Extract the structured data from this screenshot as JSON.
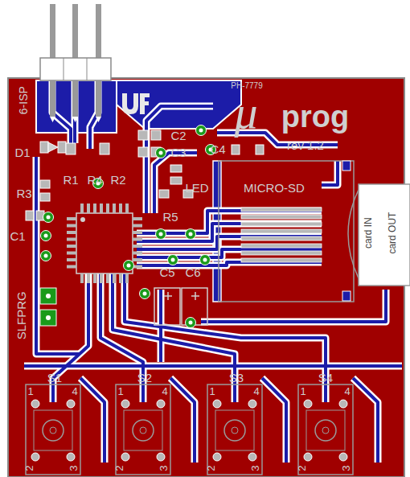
{
  "diagram": {
    "labels": [
      "6-ISP",
      "PH-7779",
      "μ",
      "prog",
      "rev 1.2",
      "C2",
      "C3",
      "C4",
      "D1",
      "R1",
      "R4",
      "R2",
      "LED",
      "MICRO-SD",
      "card IN",
      "card OUT",
      "R3",
      "C1",
      "R5",
      "C5",
      "C6",
      "SLFPRG",
      "S1",
      "S2",
      "S3",
      "S4",
      "1",
      "4",
      "2",
      "3",
      "1",
      "4",
      "2",
      "3",
      "1",
      "4",
      "2",
      "3",
      "1",
      "4",
      "2",
      "3"
    ]
  }
}
